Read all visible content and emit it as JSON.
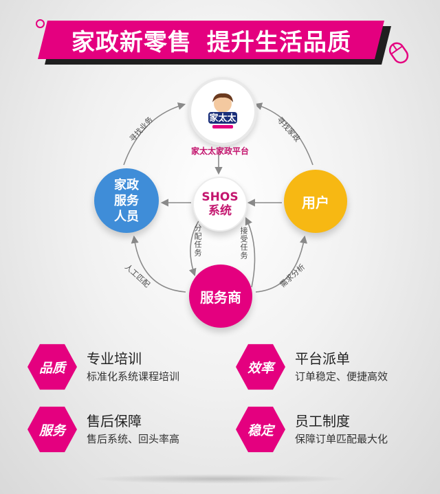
{
  "banner": {
    "part1": "家政新零售",
    "part2": "提升生活品质"
  },
  "diagram": {
    "platform": {
      "logo_text": "家太太",
      "label": "家太太家政平台"
    },
    "staff": {
      "lines": [
        "家政",
        "服务",
        "人员"
      ]
    },
    "center": {
      "line1": "SHOS",
      "line2": "系统"
    },
    "user": {
      "label": "用户"
    },
    "provider": {
      "label": "服务商"
    },
    "edges": {
      "find_business": "寻找业务",
      "find_housekeeping": "寻找家政",
      "assign_task": "分配任务",
      "accept_task": "接受任务",
      "manual_match": "人工匹配",
      "demand_analysis": "需求分析"
    }
  },
  "features": [
    {
      "badge": "品质",
      "title": "专业培训",
      "desc": "标准化系统课程培训"
    },
    {
      "badge": "效率",
      "title": "平台派单",
      "desc": "订单稳定、便捷高效"
    },
    {
      "badge": "服务",
      "title": "售后保障",
      "desc": "售后系统、回头率高"
    },
    {
      "badge": "稳定",
      "title": "员工制度",
      "desc": "保障订单匹配最大化"
    }
  ],
  "colors": {
    "accent": "#e4007f",
    "staff": "#3f8dd8",
    "user": "#f7b813",
    "arrow": "#8a8a8a"
  }
}
